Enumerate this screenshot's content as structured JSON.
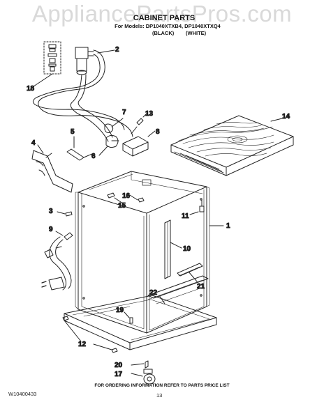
{
  "watermark": "AppliancePartsPros.com",
  "header": {
    "title": "CABINET PARTS",
    "models": "For Models: DP1040XTXB4, DP1040XTXQ4",
    "color_black": "(BLACK)",
    "color_white": "(WHITE)"
  },
  "callouts": [
    {
      "id": "c2",
      "label": "2"
    },
    {
      "id": "c18",
      "label": "18"
    },
    {
      "id": "c7",
      "label": "7"
    },
    {
      "id": "c13",
      "label": "13"
    },
    {
      "id": "c8",
      "label": "8"
    },
    {
      "id": "c14",
      "label": "14"
    },
    {
      "id": "c5",
      "label": "5"
    },
    {
      "id": "c6",
      "label": "6"
    },
    {
      "id": "c4",
      "label": "4"
    },
    {
      "id": "c16",
      "label": "16"
    },
    {
      "id": "c15",
      "label": "15"
    },
    {
      "id": "c11",
      "label": "11"
    },
    {
      "id": "c1",
      "label": "1"
    },
    {
      "id": "c3",
      "label": "3"
    },
    {
      "id": "c9",
      "label": "9"
    },
    {
      "id": "c10",
      "label": "10"
    },
    {
      "id": "c21",
      "label": "21"
    },
    {
      "id": "c22",
      "label": "22"
    },
    {
      "id": "c19",
      "label": "19"
    },
    {
      "id": "c12",
      "label": "12"
    },
    {
      "id": "c20",
      "label": "20"
    },
    {
      "id": "c17",
      "label": "17"
    }
  ],
  "footer": {
    "note": "FOR ORDERING INFORMATION REFER TO PARTS PRICE LIST",
    "doc_id": "W10400433",
    "page": "13"
  },
  "colors": {
    "line": "#222222",
    "wood_fill": "#ffffff",
    "watermark": "#d9d9d9"
  }
}
